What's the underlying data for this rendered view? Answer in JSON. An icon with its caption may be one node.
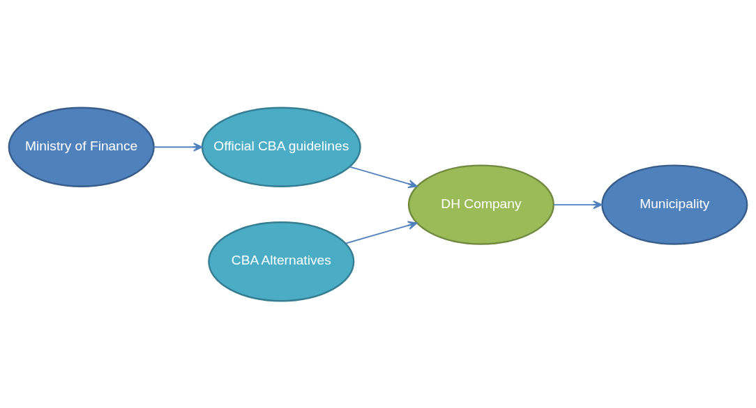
{
  "diagram": {
    "nodes": [
      {
        "text": [
          "Ministry of Finance"
        ]
      },
      {
        "text": [
          "Official CBA guidelines"
        ]
      },
      {
        "text": [
          "Municipality"
        ]
      },
      {
        "text": [
          "DH Company"
        ]
      },
      {
        "text": [
          "CBA Alternatives"
        ]
      }
    ],
    "edges": [
      {
        "from": 0,
        "to": 1,
        "arrow": "to"
      },
      {
        "from": 1,
        "to": 3,
        "arrow": "to"
      },
      {
        "from": 3,
        "to": 2,
        "arrow": "to"
      },
      {
        "from": 4,
        "to": 3,
        "arrow": "to"
      }
    ]
  }
}
